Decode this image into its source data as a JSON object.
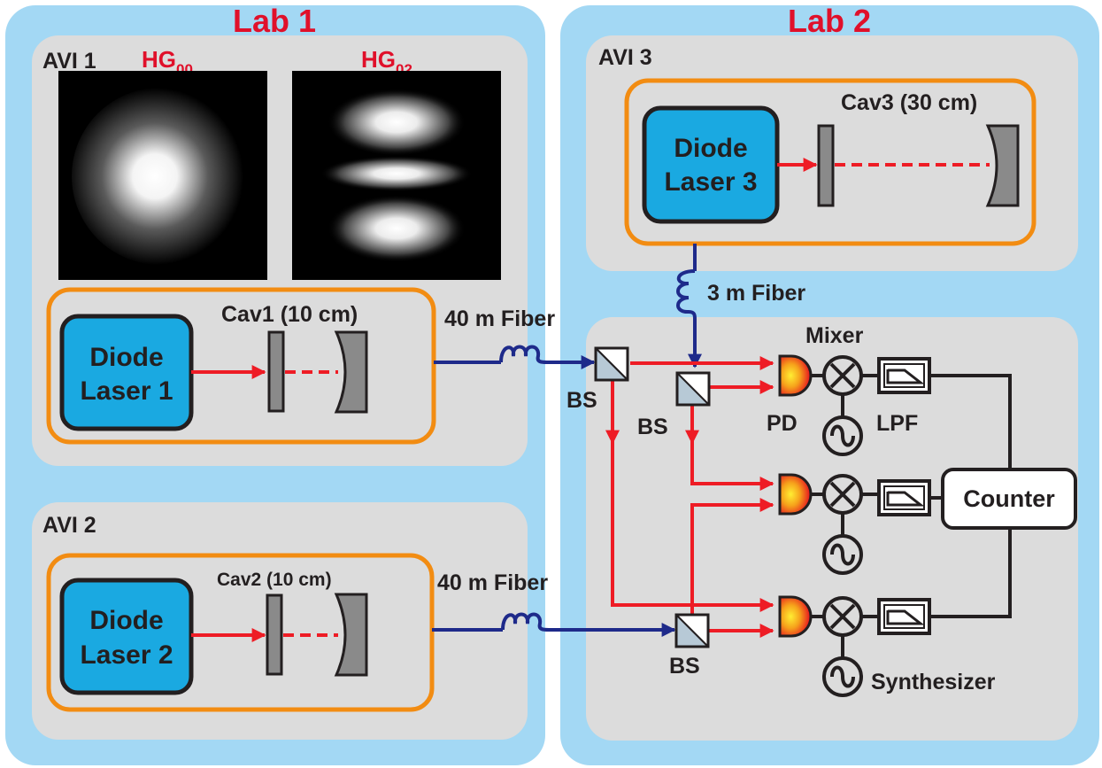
{
  "labs": {
    "lab1": {
      "title": "Lab 1"
    },
    "lab2": {
      "title": "Lab 2"
    }
  },
  "avi": {
    "avi1": "AVI 1",
    "avi2": "AVI 2",
    "avi3": "AVI 3"
  },
  "modes": {
    "hg00": {
      "base": "HG",
      "sub": "00"
    },
    "hg02": {
      "base": "HG",
      "sub": "02"
    }
  },
  "lasers": {
    "laser1": [
      "Diode",
      "Laser 1"
    ],
    "laser2": [
      "Diode",
      "Laser 2"
    ],
    "laser3": [
      "Diode",
      "Laser 3"
    ]
  },
  "cavities": {
    "cav1": "Cav1 (10 cm)",
    "cav2": "Cav2 (10 cm)",
    "cav3": "Cav3 (30 cm)"
  },
  "fibers": {
    "fiber1": "40 m Fiber",
    "fiber2": "40 m Fiber",
    "fiber3": "3 m Fiber"
  },
  "components": {
    "bs": "BS",
    "mixer": "Mixer",
    "pd": "PD",
    "lpf": "LPF",
    "counter": "Counter",
    "synthesizer": "Synthesizer"
  },
  "colors": {
    "lab_bg": "#a3d8f4",
    "avi_bg": "#dcdcdc",
    "enclosure": "#f28c12",
    "laser_fill": "#1aa9e1",
    "beam_red": "#ee1c25",
    "fiber_blue": "#1e2a8a",
    "mirror_gray": "#8a8a8a",
    "text_red": "#e0102a"
  }
}
